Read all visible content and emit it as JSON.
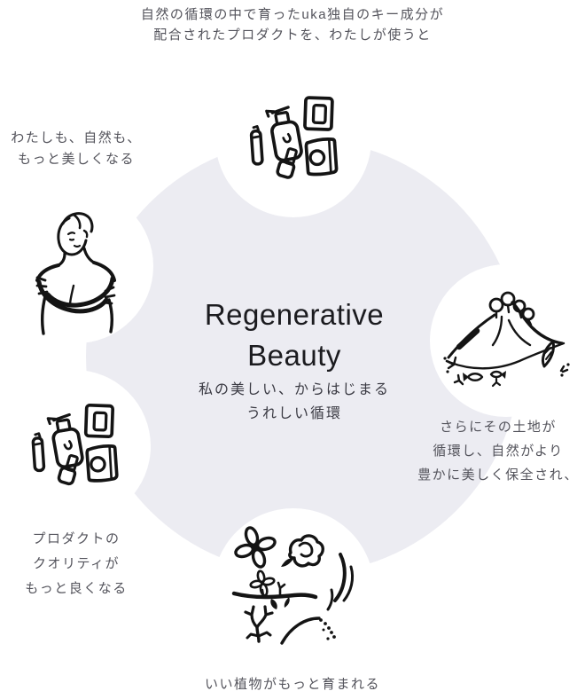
{
  "colors": {
    "background": "#ffffff",
    "center_circle": "#ececf2",
    "ink": "#141414",
    "title": "#1b1b1f",
    "subtitle": "#3a3a43",
    "caption": "#54545c"
  },
  "center": {
    "title_line1": "Regenerative",
    "title_line2": "Beauty",
    "subtitle_line1": "私の美しい、からはじまる",
    "subtitle_line2": "うれしい循環"
  },
  "captions": {
    "top": {
      "lines": [
        "自然の循環の中で育ったuka独自のキー成分が",
        "配合されたプロダクトを、わたしが使うと"
      ]
    },
    "self": {
      "lines": [
        "わたしも、自然も、",
        "もっと美しくなる"
      ]
    },
    "land": {
      "lines": [
        "さらにその土地が",
        "循環し、自然がより",
        "豊かに美しく保全され、"
      ]
    },
    "quality": {
      "lines": [
        "プロダクトの",
        "クオリティが",
        "もっと良くなる"
      ]
    },
    "plants": {
      "lines": [
        "いい植物がもっと育まれる"
      ]
    }
  },
  "illustrations": {
    "top": "uka-products-illustration",
    "person": "self-hug-person-illustration",
    "mountain": "mountain-nature-illustration",
    "products2": "uka-products-illustration",
    "plants": "plants-flowers-illustration"
  }
}
